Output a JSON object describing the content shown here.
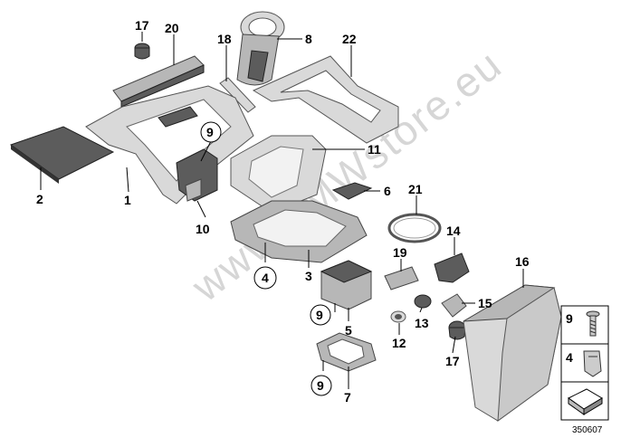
{
  "watermark": "www.BMWstore.eu",
  "diagram_id": "350607",
  "callouts": [
    {
      "id": "c17a",
      "text": "17"
    },
    {
      "id": "c20",
      "text": "20"
    },
    {
      "id": "c8",
      "text": "8"
    },
    {
      "id": "c18",
      "text": "18"
    },
    {
      "id": "c22",
      "text": "22"
    },
    {
      "id": "c9a",
      "text": "9"
    },
    {
      "id": "c11",
      "text": "11"
    },
    {
      "id": "c2",
      "text": "2"
    },
    {
      "id": "c1",
      "text": "1"
    },
    {
      "id": "c10",
      "text": "10"
    },
    {
      "id": "c6",
      "text": "6"
    },
    {
      "id": "c21",
      "text": "21"
    },
    {
      "id": "c14",
      "text": "14"
    },
    {
      "id": "c16",
      "text": "16"
    },
    {
      "id": "c4",
      "text": "4"
    },
    {
      "id": "c3",
      "text": "3"
    },
    {
      "id": "c19",
      "text": "19"
    },
    {
      "id": "c15",
      "text": "15"
    },
    {
      "id": "c9b",
      "text": "9"
    },
    {
      "id": "c5",
      "text": "5"
    },
    {
      "id": "c13",
      "text": "13"
    },
    {
      "id": "c12",
      "text": "12"
    },
    {
      "id": "c17b",
      "text": "17"
    },
    {
      "id": "c9c",
      "text": "9"
    },
    {
      "id": "c7",
      "text": "7"
    }
  ],
  "legend": [
    {
      "id": "leg9",
      "text": "9"
    },
    {
      "id": "leg4",
      "text": "4"
    }
  ]
}
